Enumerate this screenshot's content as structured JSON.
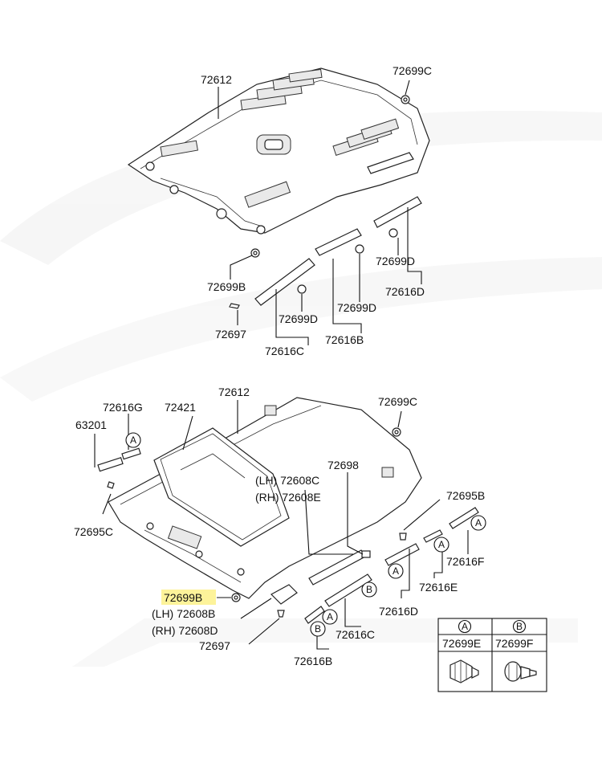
{
  "colors": {
    "line": "#111111",
    "highlight": "#fdf39a",
    "watermark": "#eeeeee"
  },
  "top": {
    "l72612": "72612",
    "l72699C": "72699C",
    "l72699B": "72699B",
    "l72697": "72697",
    "l72699D_a": "72699D",
    "l72616C": "72616C",
    "l72616B": "72616B",
    "l72699D_b": "72699D",
    "l72699D_c": "72699D",
    "l72616D": "72616D"
  },
  "bottom": {
    "l72612": "72612",
    "l72616G": "72616G",
    "l72421": "72421",
    "l63201": "63201",
    "l72699C": "72699C",
    "l72698": "72698",
    "l72608C": "(LH) 72608C",
    "l72608E": "(RH) 72608E",
    "l72695C": "72695C",
    "l72695B": "72695B",
    "l72616F": "72616F",
    "l72616E": "72616E",
    "l72616D": "72616D",
    "l72699B": "72699B",
    "l72608B": "(LH) 72608B",
    "l72608D": "(RH) 72608D",
    "l72697": "72697",
    "l72616C": "72616C",
    "l72616B": "72616B"
  },
  "markers": {
    "a": "A",
    "b": "B"
  },
  "legend": {
    "a_code": "A",
    "b_code": "B",
    "a_part": "72699E",
    "b_part": "72699F"
  }
}
